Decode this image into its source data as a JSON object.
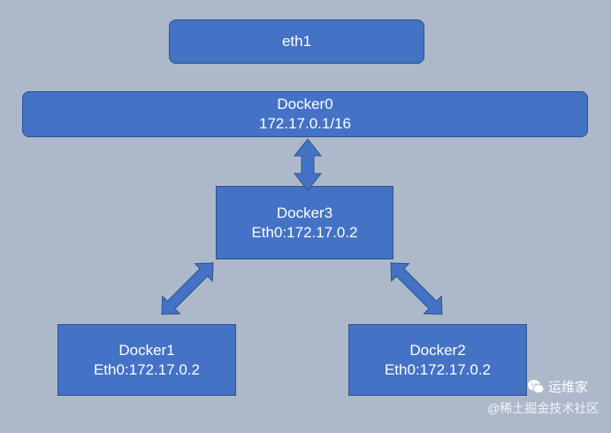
{
  "nodes": {
    "eth1": {
      "line1": "eth1"
    },
    "docker0": {
      "line1": "Docker0",
      "line2": "172.17.0.1/16"
    },
    "docker3": {
      "line1": "Docker3",
      "line2": "Eth0:172.17.0.2"
    },
    "docker1": {
      "line1": "Docker1",
      "line2": "Eth0:172.17.0.2"
    },
    "docker2": {
      "line1": "Docker2",
      "line2": "Eth0:172.17.0.2"
    }
  },
  "edges": [
    {
      "from": "docker0",
      "to": "docker3",
      "style": "double-arrow"
    },
    {
      "from": "docker3",
      "to": "docker1",
      "style": "double-arrow"
    },
    {
      "from": "docker3",
      "to": "docker2",
      "style": "double-arrow"
    }
  ],
  "watermark": {
    "brand": "运维家",
    "community": "@稀土掘金技术社区"
  },
  "colors": {
    "background": "#adb9ca",
    "box_fill": "#4472c4",
    "box_border": "#2f528f",
    "text": "#ffffff"
  },
  "icons": [
    "wechat-icon"
  ]
}
